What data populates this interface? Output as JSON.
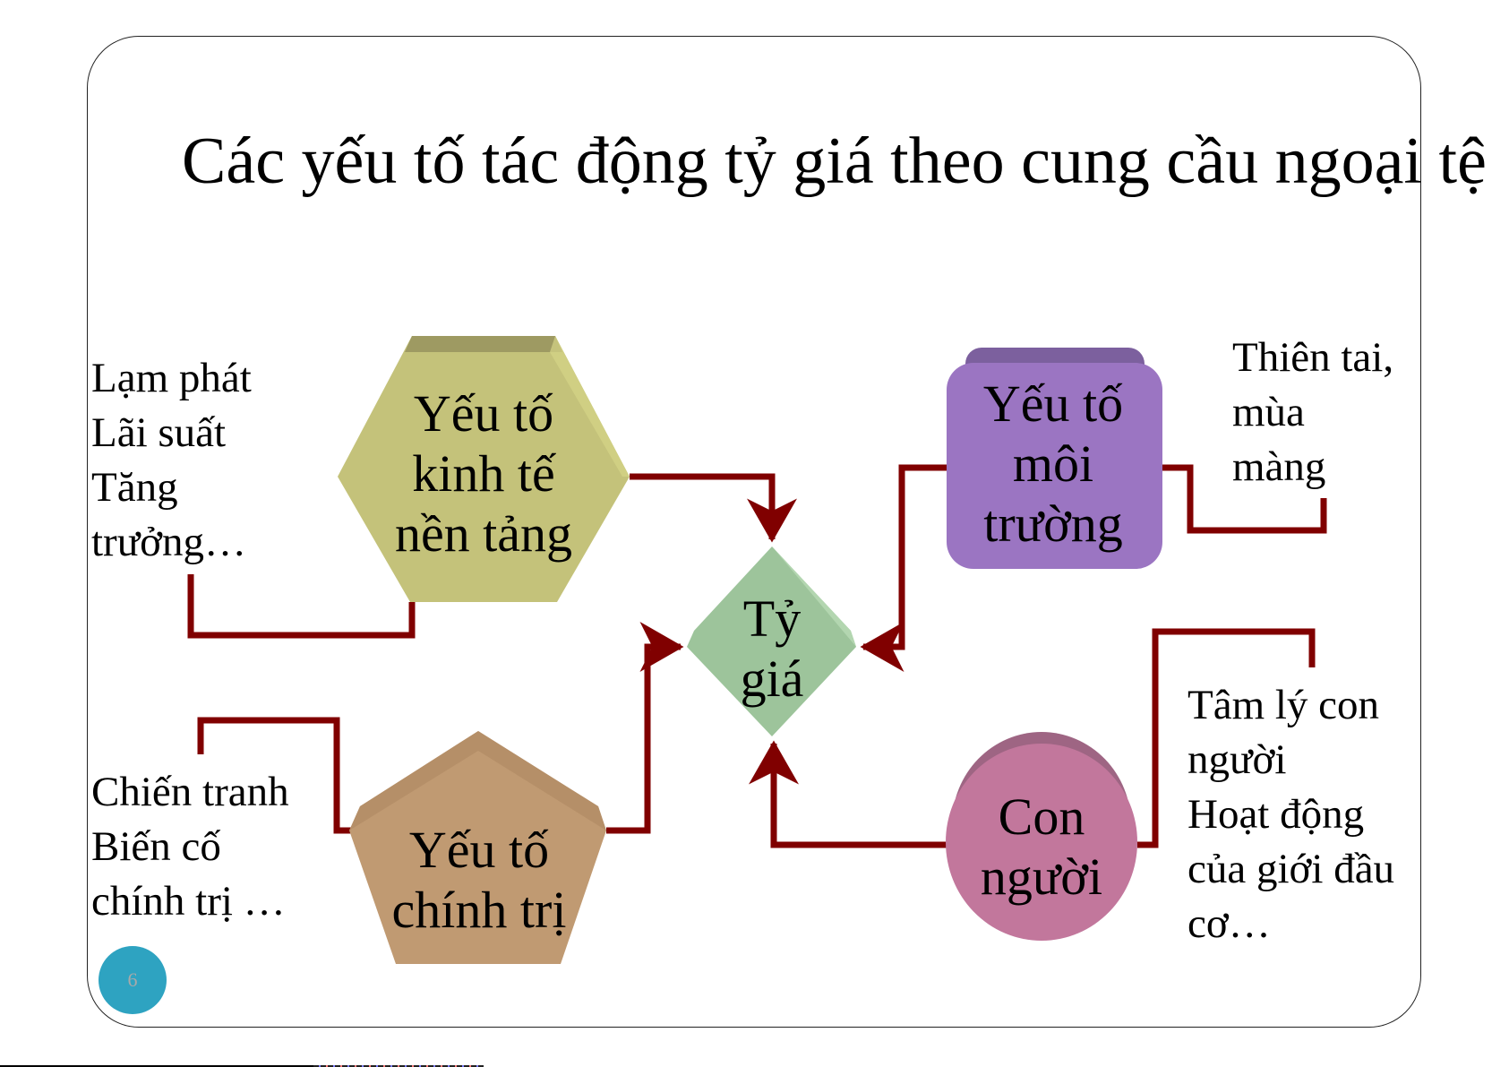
{
  "slide": {
    "title": "Các yếu tố tác động tỷ giá theo cung cầu ngoại tệ",
    "page_number": "6"
  },
  "colors": {
    "connector": "#800000",
    "economic_fill": "#c4c27a",
    "economic_top": "#9e9a62",
    "political_fill": "#c09a72",
    "environment_fill": "#9b75c2",
    "environment_top": "#7c609e",
    "human_fill": "#c2779c",
    "human_top": "#9e6583",
    "center_fill": "#9dc49b",
    "page_badge": "#2ea3c1"
  },
  "center": {
    "lines": [
      "Tỷ",
      "giá"
    ]
  },
  "nodes": {
    "economic": {
      "lines": [
        "Yếu tố",
        "kinh tế",
        "nền tảng"
      ],
      "shape": "hexagon"
    },
    "political": {
      "lines": [
        "Yếu tố",
        "chính trị"
      ],
      "shape": "pentagon"
    },
    "environment": {
      "lines": [
        "Yếu tố",
        "môi",
        "trường"
      ],
      "shape": "rounded-rectangle"
    },
    "human": {
      "lines": [
        "Con",
        "người"
      ],
      "shape": "circle"
    }
  },
  "notes": {
    "economic": [
      "Lạm phát",
      "Lãi suất",
      "Tăng",
      "trưởng…"
    ],
    "political": [
      "Chiến tranh",
      "Biến cố",
      "chính trị …"
    ],
    "environment": [
      "Thiên tai,",
      "mùa",
      "màng"
    ],
    "human": [
      "Tâm lý con",
      "người",
      "Hoạt động",
      "của giới đầu",
      "cơ…"
    ]
  }
}
